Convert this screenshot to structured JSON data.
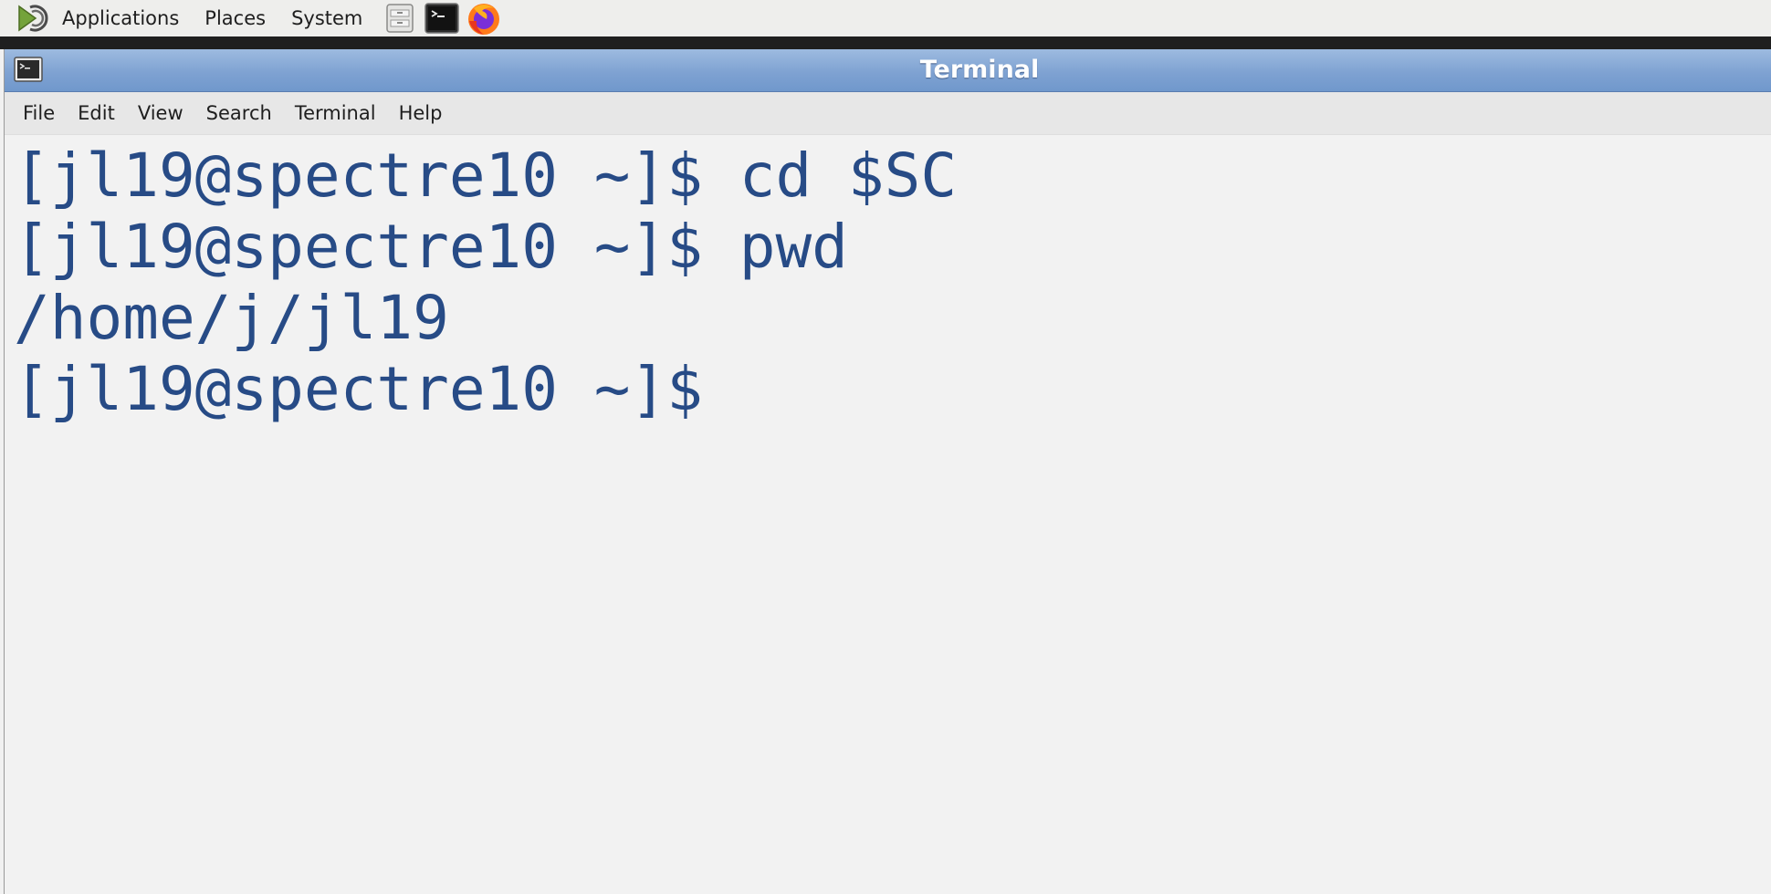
{
  "top_panel": {
    "menus": [
      "Applications",
      "Places",
      "System"
    ],
    "launchers": [
      {
        "icon": "file-manager-icon"
      },
      {
        "icon": "terminal-icon"
      },
      {
        "icon": "firefox-icon"
      }
    ]
  },
  "window": {
    "title": "Terminal",
    "menubar": [
      "File",
      "Edit",
      "View",
      "Search",
      "Terminal",
      "Help"
    ]
  },
  "terminal": {
    "lines": [
      "[jl19@spectre10 ~]$ cd $SC",
      "[jl19@spectre10 ~]$ pwd",
      "/home/j/jl19",
      "[jl19@spectre10 ~]$ "
    ],
    "text_color": "#274b86",
    "background": "#f2f2f2"
  }
}
